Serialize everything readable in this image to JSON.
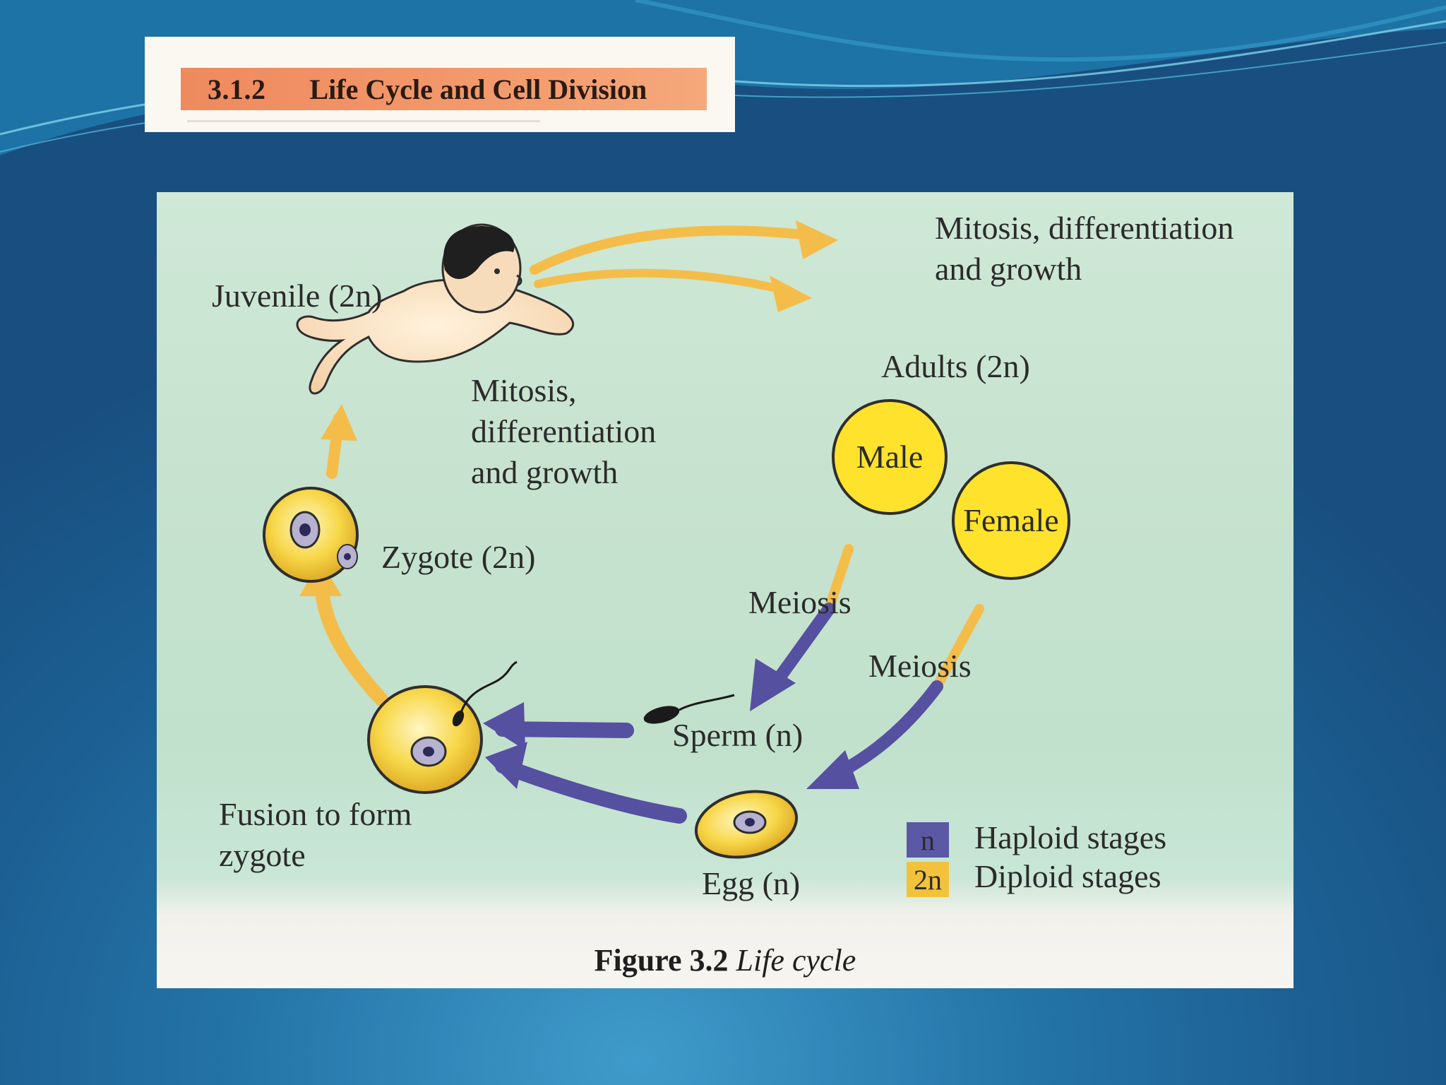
{
  "header": {
    "section_number": "3.1.2",
    "section_title": "Life Cycle and Cell Division"
  },
  "diagram": {
    "labels": {
      "mitosis_top": "Mitosis, differentiation\nand growth",
      "juvenile": "Juvenile (2n)",
      "mitosis_mid": "Mitosis,\ndifferentiation\nand growth",
      "adults": "Adults (2n)",
      "male": "Male",
      "female": "Female",
      "zygote": "Zygote (2n)",
      "meiosis_left": "Meiosis",
      "meiosis_right": "Meiosis",
      "sperm": "Sperm (n)",
      "fusion": "Fusion to form\nzygote",
      "egg": "Egg (n)"
    },
    "legend": [
      {
        "symbol": "n",
        "label": "Haploid stages",
        "color": "#5b58a6"
      },
      {
        "symbol": "2n",
        "label": "Diploid stages",
        "color": "#f3c23c"
      }
    ],
    "caption": {
      "figure_label": "Figure 3.2",
      "figure_title": "Life cycle"
    },
    "colors": {
      "diploid_arrow": "#f4bd4a",
      "haploid_arrow": "#5650a0",
      "adult_circle": "#ffe22c",
      "cell_fill": "#f7d748"
    }
  }
}
